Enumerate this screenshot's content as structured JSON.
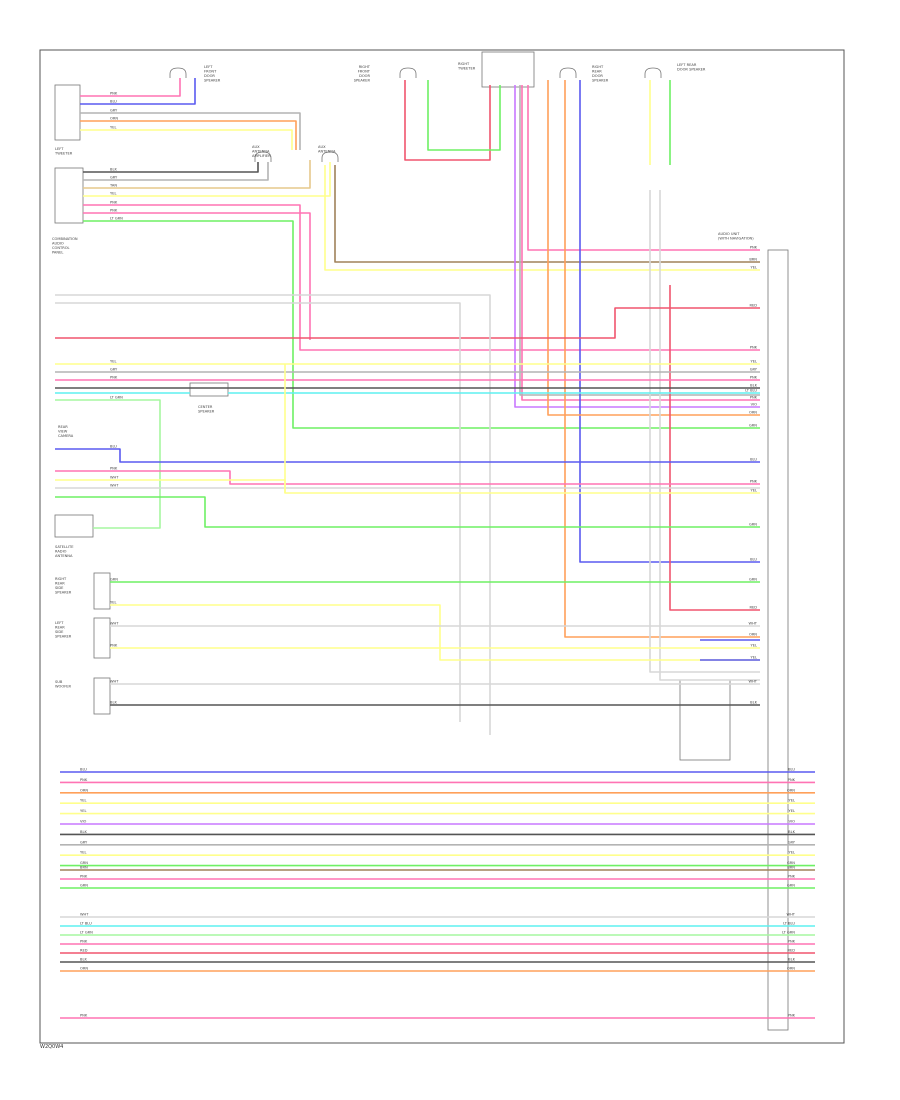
{
  "diagram_code": "W2Q0W4",
  "colors": {
    "BLU": "#5a5af0",
    "PNK": "#ff73b4",
    "RED": "#f0556e",
    "YEL": "#ffff8c",
    "WHT": "#d7d7d7",
    "GRY": "#b4b4b4",
    "BRN": "#a0825a",
    "GRN": "#6ef064",
    "LT GRN": "#a6f7a0",
    "LT BLU": "#5ff0f0",
    "ORN": "#ffa05a",
    "VIO": "#c878ff",
    "BLK": "#555555",
    "TAN": "#e6c88c"
  },
  "components": [
    {
      "id": "lfd",
      "lines": [
        "LEFT",
        "FRONT",
        "DOOR",
        "SPEAKER"
      ]
    },
    {
      "id": "rfd",
      "lines": [
        "RIGHT",
        "FRONT",
        "DOOR",
        "SPEAKER"
      ]
    },
    {
      "id": "rtw",
      "lines": [
        "RIGHT",
        "TWEETER"
      ]
    },
    {
      "id": "rrd",
      "lines": [
        "RIGHT",
        "REAR",
        "DOOR",
        "SPEAKER"
      ]
    },
    {
      "id": "lrd",
      "lines": [
        "LEFT REAR",
        "DOOR SPEAKER"
      ]
    },
    {
      "id": "ltw",
      "lines": [
        "LEFT",
        "TWEETER"
      ]
    },
    {
      "id": "ant1",
      "lines": [
        "AUX",
        "ANTENNA",
        "AMPLIFIER"
      ]
    },
    {
      "id": "ant2",
      "lines": [
        "AUX",
        "ANTENNA"
      ]
    },
    {
      "id": "cav",
      "lines": [
        "COMBINATION",
        "AUDIO",
        "CONTROL",
        "PANEL"
      ]
    },
    {
      "id": "cam",
      "lines": [
        "REAR",
        "VIEW",
        "CAMERA"
      ]
    },
    {
      "id": "cen",
      "lines": [
        "CENTER",
        "SPEAKER"
      ]
    },
    {
      "id": "sat",
      "lines": [
        "SATELLITE",
        "RADIO",
        "ANTENNA"
      ]
    },
    {
      "id": "rrs",
      "lines": [
        "RIGHT",
        "REAR",
        "SIDE",
        "SPEAKER"
      ]
    },
    {
      "id": "lrs",
      "lines": [
        "LEFT",
        "REAR",
        "SIDE",
        "SPEAKER"
      ]
    },
    {
      "id": "sub",
      "lines": [
        "SUB",
        "WOOFER"
      ]
    },
    {
      "id": "unit",
      "lines": [
        "AUDIO UNIT",
        "(WITH NAVIGATION)"
      ]
    }
  ]
}
